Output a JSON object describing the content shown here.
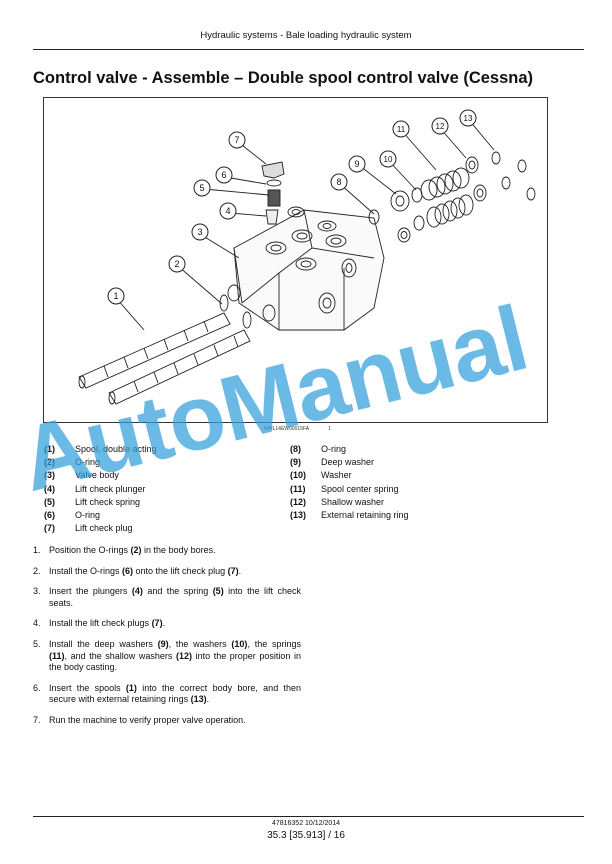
{
  "header": {
    "running_title": "Hydraulic systems - Bale loading hydraulic system"
  },
  "page_title": "Control valve - Assemble – Double spool control valve (Cessna)",
  "figure": {
    "code_left": "NHIL14EW00015FA",
    "code_right": "1",
    "callouts": [
      "1",
      "2",
      "3",
      "4",
      "5",
      "6",
      "7",
      "8",
      "9",
      "10",
      "11",
      "12",
      "13"
    ]
  },
  "legend": {
    "left": [
      {
        "num": "(1)",
        "text": "Spool, double acting"
      },
      {
        "num": "(2)",
        "text": "O-ring"
      },
      {
        "num": "(3)",
        "text": "Valve body"
      },
      {
        "num": "(4)",
        "text": "Lift check plunger"
      },
      {
        "num": "(5)",
        "text": "Lift check spring"
      },
      {
        "num": "(6)",
        "text": "O-ring"
      },
      {
        "num": "(7)",
        "text": "Lift check plug"
      }
    ],
    "right": [
      {
        "num": "(8)",
        "text": "O-ring"
      },
      {
        "num": "(9)",
        "text": "Deep washer"
      },
      {
        "num": "(10)",
        "text": "Washer"
      },
      {
        "num": "(11)",
        "text": "Spool center spring"
      },
      {
        "num": "(12)",
        "text": "Shallow washer"
      },
      {
        "num": "(13)",
        "text": "External retaining ring"
      }
    ]
  },
  "steps": [
    {
      "n": "1.",
      "parts": [
        "Position the O-rings ",
        "(2)",
        " in the body bores."
      ]
    },
    {
      "n": "2.",
      "parts": [
        "Install the O-rings ",
        "(6)",
        " onto the lift check plug ",
        "(7)",
        "."
      ]
    },
    {
      "n": "3.",
      "parts": [
        "Insert the plungers ",
        "(4)",
        " and the spring ",
        "(5)",
        " into the lift check seats."
      ]
    },
    {
      "n": "4.",
      "parts": [
        "Install the lift check plugs ",
        "(7)",
        "."
      ]
    },
    {
      "n": "5.",
      "parts": [
        "Install the deep washers ",
        "(9)",
        ", the washers ",
        "(10)",
        ", the springs ",
        "(11)",
        ", and the shallow washers ",
        "(12)",
        " into the proper position in the body casting."
      ]
    },
    {
      "n": "6.",
      "parts": [
        "Insert the spools ",
        "(1)",
        " into the correct body bore, and then secure with external retaining rings ",
        "(13)",
        "."
      ]
    },
    {
      "n": "7.",
      "parts": [
        "Run the machine to verify proper valve operation."
      ]
    }
  ],
  "watermark": "AutoManual",
  "footer": {
    "doc_ref": "47816352 10/12/2014",
    "page": "35.3 [35.913] / 16"
  }
}
